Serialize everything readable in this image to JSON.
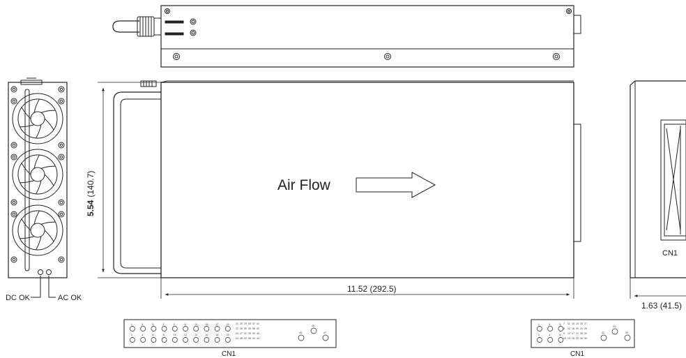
{
  "labels": {
    "air_flow": "Air Flow",
    "height_dim_bold": "5.54",
    "height_dim_mm": "(140.7)",
    "length_dim": "11.52 (292.5)",
    "width_dim": "1.63 (41.5)",
    "dc_ok": "DC OK",
    "ac_ok": "AC OK",
    "cn1_side": "CN1",
    "cn1_left_connector": "CN1",
    "cn1_right_connector": "CN1"
  },
  "connector_left": {
    "top_row": [
      "1",
      "3",
      "5",
      "7",
      "9",
      "11",
      "13",
      "15",
      "17",
      "19"
    ],
    "bottom_row": [
      "2",
      "4",
      "6",
      "8",
      "10",
      "12",
      "14",
      "16",
      "18",
      "20"
    ],
    "contact_columns": [
      "21",
      "22",
      "23",
      "24",
      "25",
      "26",
      "27",
      "28",
      "29",
      "30",
      "31",
      "32",
      "33",
      "34",
      "35",
      "36",
      "37",
      "38",
      "39",
      "40",
      "41",
      "42",
      "43",
      "44"
    ],
    "extra": [
      "48",
      "45",
      "47"
    ]
  },
  "connector_right": {
    "top_row": [
      "1",
      "3",
      "5"
    ],
    "bottom_row": [
      "2",
      "4",
      "6"
    ],
    "contact_columns": [
      "7",
      "8",
      "9",
      "10",
      "11",
      "12",
      "13",
      "14",
      "15",
      "16",
      "17",
      "18",
      "19",
      "20",
      "21",
      "22",
      "23",
      "24",
      "25",
      "26",
      "27",
      "28",
      "29",
      "30"
    ],
    "extra": [
      "33",
      "32",
      "34"
    ]
  },
  "colors": {
    "line": "#222222",
    "paper": "#ffffff"
  }
}
